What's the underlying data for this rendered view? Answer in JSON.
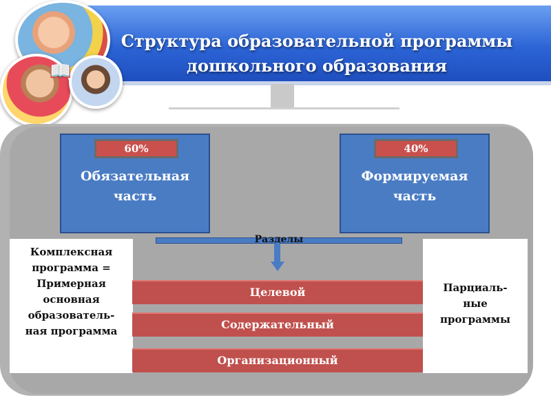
{
  "header": {
    "title_line1": "Структура образовательной программы",
    "title_line2": "дошкольного образования"
  },
  "mandatory": {
    "percent": "60%",
    "label_line1": "Обязательная",
    "label_line2": "часть"
  },
  "formed": {
    "percent": "40%",
    "label_line1": "Формируемая",
    "label_line2": "часть"
  },
  "sections_label": "Разделы",
  "sections": [
    "Целевой",
    "Содержательный",
    "Организационный"
  ],
  "left_note": {
    "lines": [
      "Комплексная",
      "программа =",
      "Примерная",
      "основная",
      "образователь-",
      "ная программа"
    ]
  },
  "right_note": {
    "lines": [
      "Парциаль-",
      "ные",
      "программы"
    ]
  },
  "colors": {
    "banner": "#2c64d6",
    "box_blue": "#4a7cc4",
    "section_red": "#c0504d",
    "panel_gray": "#a8a8a8"
  }
}
